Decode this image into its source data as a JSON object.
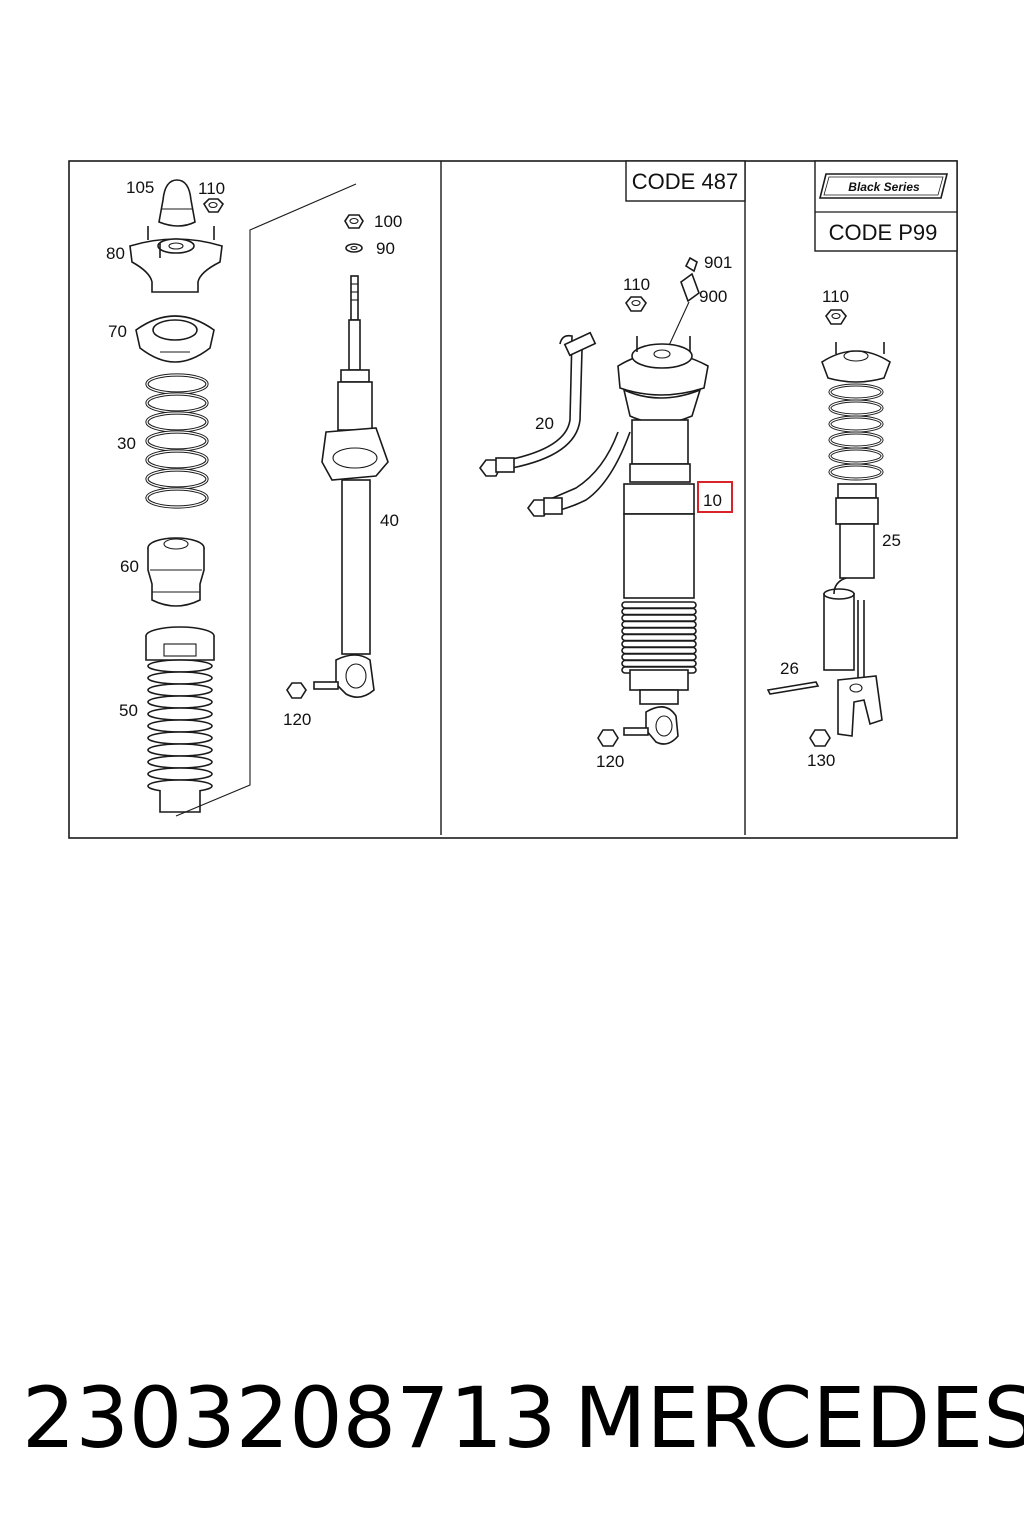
{
  "panels": {
    "code_487": "CODE 487",
    "code_p99": "CODE P99",
    "black_series": "Black Series"
  },
  "callouts": {
    "c105": "105",
    "c110a": "110",
    "c80": "80",
    "c100": "100",
    "c90": "90",
    "c70": "70",
    "c30": "30",
    "c60": "60",
    "c40": "40",
    "c50": "50",
    "c120a": "120",
    "c901": "901",
    "c110b": "110",
    "c900": "900",
    "c20": "20",
    "c10": "10",
    "c120b": "120",
    "c110c": "110",
    "c25": "25",
    "c26": "26",
    "c130": "130"
  },
  "highlight": {
    "label": "10",
    "color": "#d9232b"
  },
  "footer": {
    "part_number": "2303208713",
    "brand": "MERCEDES"
  }
}
